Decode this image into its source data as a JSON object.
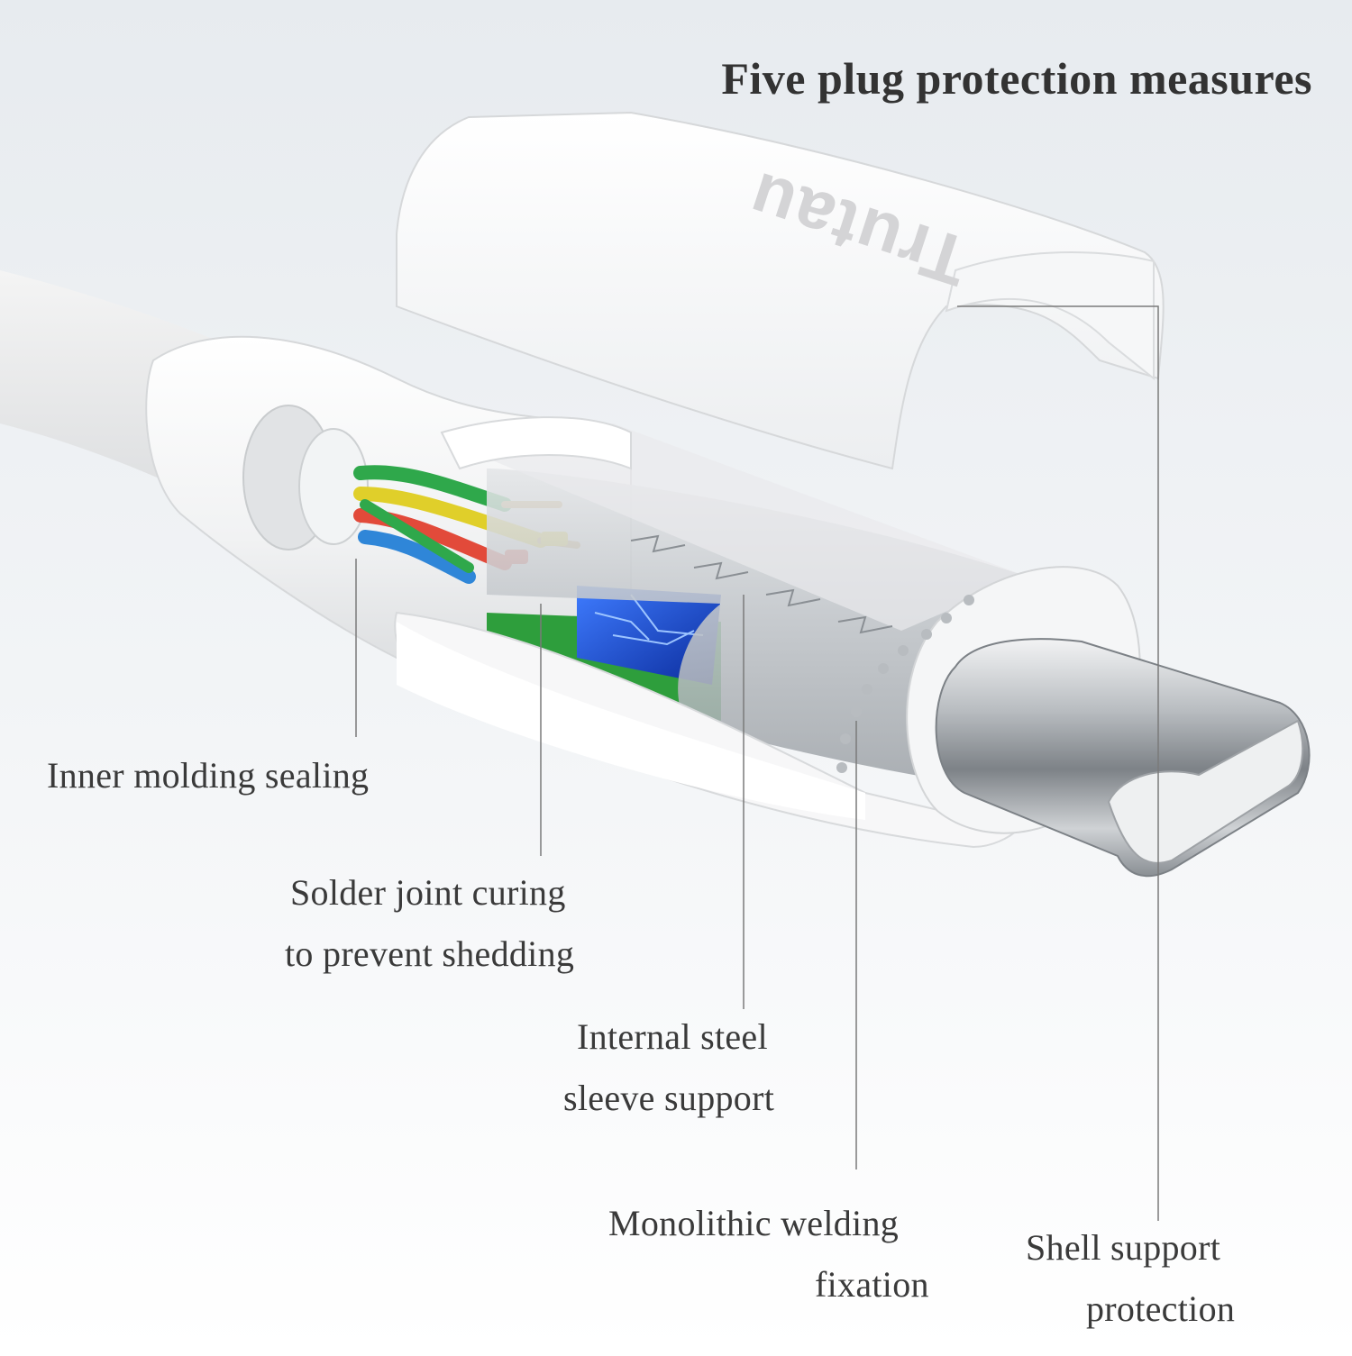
{
  "title": "Five plug protection measures",
  "brand": "Trutau",
  "labels": {
    "inner_molding": "Inner molding sealing",
    "solder_line1": "Solder joint curing",
    "solder_line2": "to prevent shedding",
    "steel_line1": "Internal steel",
    "steel_line2": "sleeve support",
    "welding_line1": "Monolithic welding",
    "welding_line2": "fixation",
    "shell_line1": "Shell support",
    "shell_line2": "protection"
  },
  "colors": {
    "background_top": "#e9edf1",
    "background_bottom": "#ffffff",
    "housing": "#f6f6f6",
    "steel": "#c8ccd0",
    "pcb": "#2e9e3c",
    "chip": "#1e4fd6"
  },
  "icons": [
    "usb-c-connector",
    "cable",
    "pcb-board",
    "wires"
  ]
}
